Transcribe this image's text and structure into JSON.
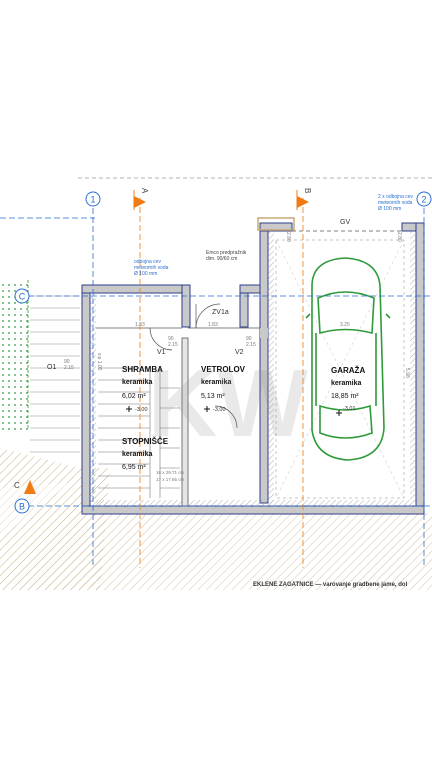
{
  "plan": {
    "axes": {
      "axis_1": "1",
      "axis_2": "2",
      "axis_a": "A",
      "axis_b": "B",
      "axis_c": "C",
      "axis_b_left": "B",
      "axis_c_left": "C"
    },
    "rooms": {
      "shramba": {
        "name": "SHRAMBA",
        "finish": "keramika",
        "area": "6,02 m²",
        "level": "-3,00"
      },
      "vetrolov": {
        "name": "VETROLOV",
        "finish": "keramika",
        "area": "5,13 m²",
        "level": "-3,00"
      },
      "garaza": {
        "name": "GARAŽA",
        "finish": "keramika",
        "area": "18,85 m²",
        "level": "-3,01"
      },
      "stopnisce": {
        "name": "STOPNIŠČE",
        "finish": "keramika",
        "area": "6,95 m²"
      }
    },
    "doors": {
      "v1": "V1",
      "v2": "V2",
      "zv1a": "ZV1a",
      "gv": "GV",
      "o1": "O1"
    },
    "notes": {
      "odbojna_left": "odbojna cev\nmeteornih voda\nØ 100 mm",
      "odbojna_right": "2 x odbojna cev\nmeteornih voda\nØ 100 mm",
      "emco": "Emco predpražnik\ndim. 90/60 cm",
      "bottom": "EKLENE ZAGATNICE — varovanje gradbene jame, dol"
    },
    "dims": {
      "d1": "1.83",
      "d2": "1.83",
      "d3": "3.25",
      "d4": "90\n2.15",
      "d5": "90\n2.15",
      "d6": "90\n2.15",
      "d7": "5.98",
      "d8": "16 x 29.71 cm",
      "d9": "17 x 17.65 cm",
      "d10": "2.80",
      "d11": "2.80",
      "d12": "v.p 1.00"
    },
    "watermark": "KW",
    "colors": {
      "wall_fill": "#c9c9c9",
      "wall_outline": "#2f3d8c",
      "axis": "#2a6fd0",
      "axis_marker": "#f07b12",
      "hatch": "#c8a878",
      "green": "#2f9a3a",
      "dim": "#7a7a7a"
    }
  }
}
